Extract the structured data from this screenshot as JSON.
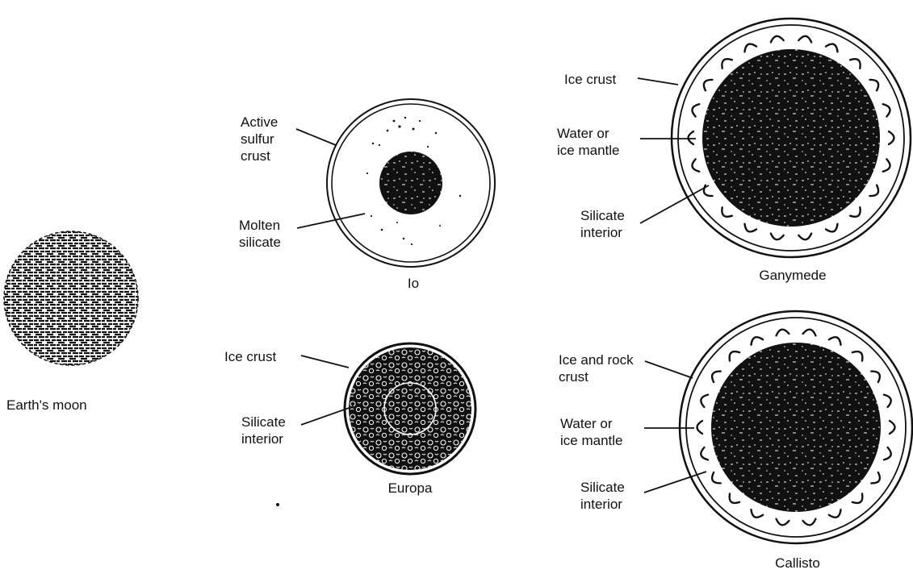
{
  "moons": [
    {
      "name": "Earth's moon",
      "layers": []
    },
    {
      "name": "Io",
      "layers": [
        {
          "label": [
            "Active",
            "sulfur",
            "crust"
          ]
        },
        {
          "label": [
            "Molten",
            "silicate"
          ]
        }
      ]
    },
    {
      "name": "Europa",
      "layers": [
        {
          "label": [
            "Ice crust"
          ]
        },
        {
          "label": [
            "Silicate",
            "interior"
          ]
        }
      ]
    },
    {
      "name": "Ganymede",
      "layers": [
        {
          "label": [
            "Ice crust"
          ]
        },
        {
          "label": [
            "Water or",
            "ice mantle"
          ]
        },
        {
          "label": [
            "Silicate",
            "interior"
          ]
        }
      ]
    },
    {
      "name": "Callisto",
      "layers": [
        {
          "label": [
            "Ice and rock",
            "crust"
          ]
        },
        {
          "label": [
            "Water or",
            "ice mantle"
          ]
        },
        {
          "label": [
            "Silicate",
            "interior"
          ]
        }
      ]
    }
  ],
  "colors": {
    "ink": "#111111",
    "paper": "#ffffff"
  }
}
